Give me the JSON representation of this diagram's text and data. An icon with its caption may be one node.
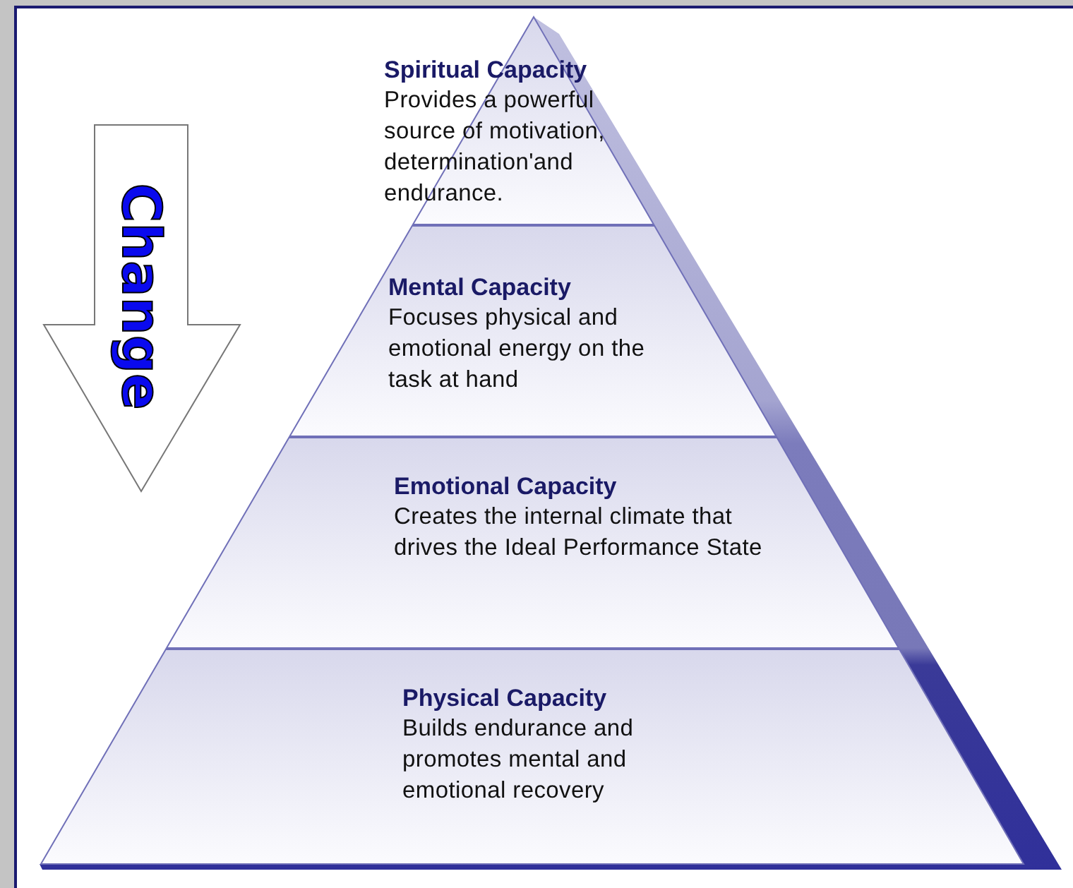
{
  "diagram": {
    "nodes": [
      {
        "text": [
          "Spiritual Capacity",
          "Provides a powerful source of motivation, determination'and endurance."
        ]
      },
      {
        "text": [
          "Mental Capacity",
          "Focuses physical and emotional energy on the task at hand"
        ]
      },
      {
        "text": [
          "Emotional Capacity",
          "Creates the internal climate that drives the Ideal Performance State"
        ]
      },
      {
        "text": [
          "Physical Capacity",
          "Builds endurance and promotes mental and emotional recovery"
        ]
      },
      {
        "text": [
          "Change"
        ]
      }
    ]
  }
}
